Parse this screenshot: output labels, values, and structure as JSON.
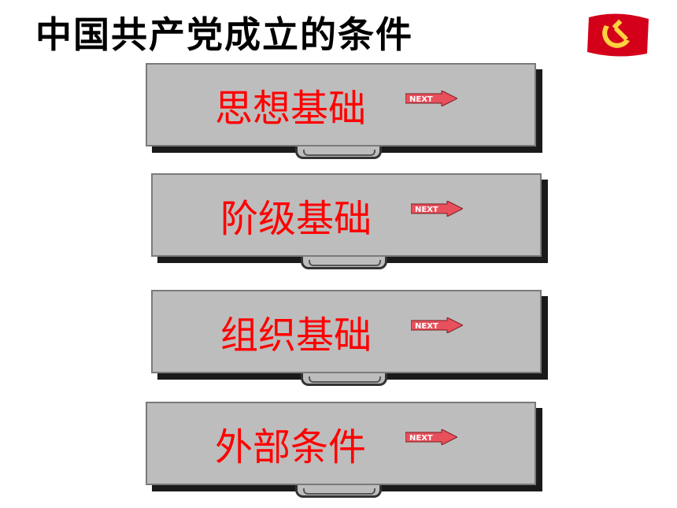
{
  "title": "中国共产党成立的条件",
  "cards": [
    {
      "label": "思想基础",
      "next": "NEXT"
    },
    {
      "label": "阶级基础",
      "next": "NEXT"
    },
    {
      "label": "组织基础",
      "next": "NEXT"
    },
    {
      "label": "外部条件",
      "next": "NEXT"
    }
  ],
  "colors": {
    "accent": "#ff0000",
    "card": "#bdbdbd",
    "emblem": "#d4001a"
  },
  "icons": {
    "emblem": "party-emblem-icon",
    "arrow": "next-arrow-icon"
  }
}
